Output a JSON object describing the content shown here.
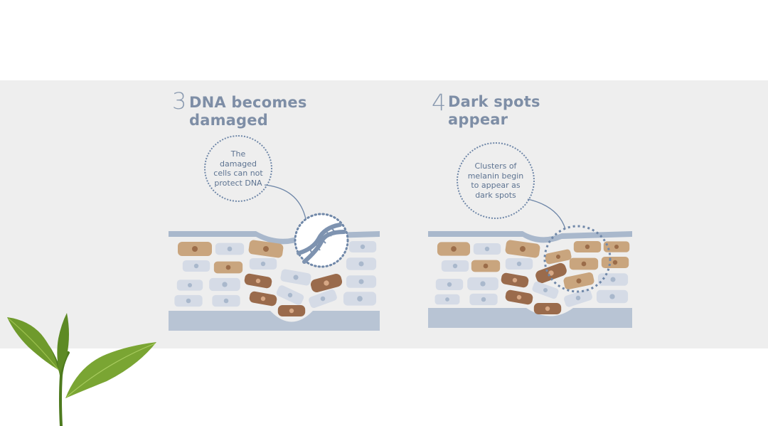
{
  "step3": {
    "number": "3",
    "title_line1": "DNA becomes",
    "title_line2": "damaged",
    "bubble_text": "The\ndamaged\ncells can not\nprotect DNA"
  },
  "step4": {
    "number": "4",
    "title_line1": "Dark spots",
    "title_line2": "appear",
    "bubble_text": "Clusters of\nmelanin begin\nto appear as\ndark spots"
  },
  "colors": {
    "band": "#eeeeee",
    "title": "#7e8ea6",
    "skin_base": "#b8c4d4",
    "cell_light": "#d5dbe6",
    "cell_tan": "#c9a57e",
    "cell_brown": "#9a6b4c",
    "bubble_border": "#6f87a8",
    "leaf": "#6f9a2c"
  }
}
